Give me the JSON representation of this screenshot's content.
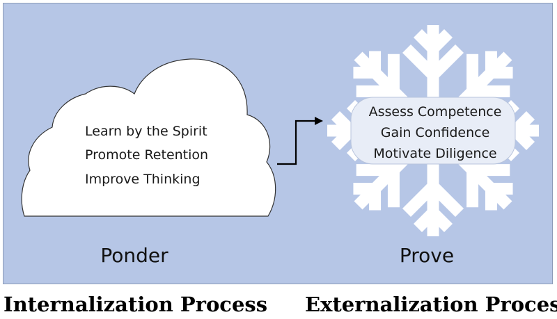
{
  "internal": {
    "items": [
      "Learn by the Spirit",
      "Promote Retention",
      "Improve Thinking"
    ],
    "label": "Ponder",
    "caption": "Internalization Process"
  },
  "external": {
    "items": [
      "Assess Competence",
      "Gain Confidence",
      "Motivate Diligence"
    ],
    "label": "Prove",
    "caption": "Externalization Process"
  },
  "colors": {
    "panel": "#b6c6e6",
    "shape": "#ffffff",
    "arrow": "#000000"
  }
}
